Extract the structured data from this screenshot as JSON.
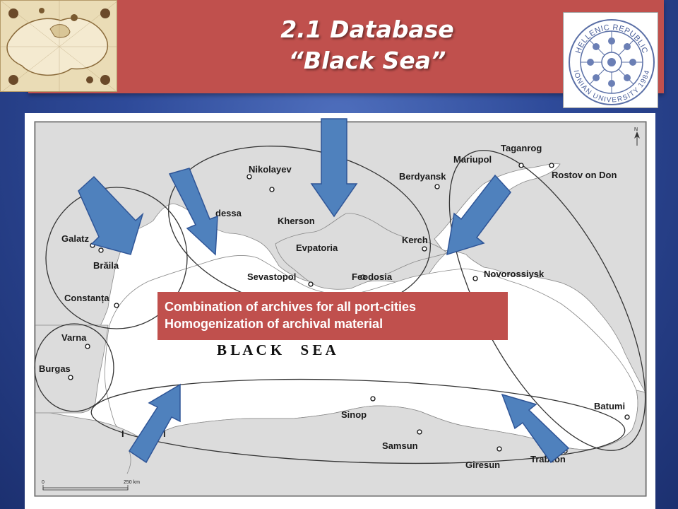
{
  "slide": {
    "title_line1": "2.1 Database",
    "title_line2": "“Black Sea”"
  },
  "callout": {
    "line1": "Combination of archives for all port-cities",
    "line2": "Homogenization of archival material"
  },
  "map": {
    "sea_label": "B L A C K     S E A",
    "north_label": "N",
    "scale": {
      "start": "0",
      "end": "250 km"
    },
    "places": {
      "nikolayev": "Nikolayev",
      "kherson": "Kherson",
      "odessa": "dessa",
      "evpatoria": "Evpatoria",
      "sevastopol": "Sevastopol",
      "feodosia": "Feodosia",
      "kerch": "Kerch",
      "berdyansk": "Berdyansk",
      "mariupol": "Mariupol",
      "taganrog": "Taganrog",
      "rostov": "Rostov on Don",
      "novorossiysk": "Novorossiysk",
      "batumi": "Batumi",
      "trabzon": "Trabzon",
      "giresun": "Giresun",
      "samsun": "Samsun",
      "sinop": "Sinop",
      "istanbul": "I",
      "istanbul_b": "l",
      "galatz": "Galatz",
      "braila": "Brăila",
      "constanta": "Constanța",
      "varna": "Varna",
      "burgas": "Burgas"
    }
  },
  "seal": {
    "top_text": "HELLENIC REPUBLIC",
    "bottom_text": "IONIAN UNIVERSITY 1984"
  },
  "colors": {
    "title_bar": "#c0504d",
    "arrow_fill": "#4f81bd",
    "arrow_stroke": "#2f5597",
    "land": "#dcdcdc",
    "background": "#2e4a99"
  }
}
